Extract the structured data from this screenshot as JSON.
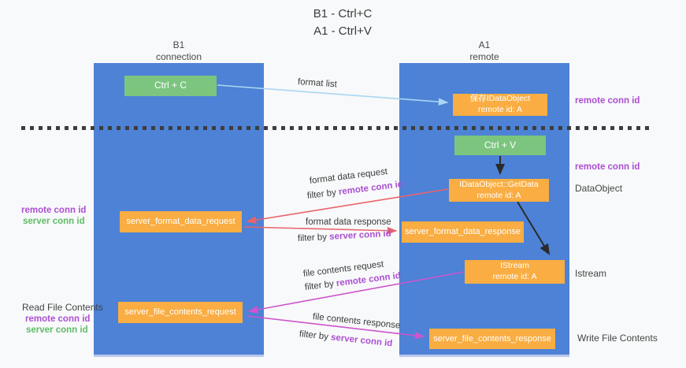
{
  "title": {
    "line1": "B1 - Ctrl+C",
    "line2": "A1 - Ctrl+V"
  },
  "lanes": {
    "left": {
      "name": "B1",
      "role": "connection"
    },
    "right": {
      "name": "A1",
      "role": "remote"
    }
  },
  "nodes": {
    "ctrl_c": {
      "label": "Ctrl + C"
    },
    "ctrl_v": {
      "label": "Ctrl + V"
    },
    "save_idataobject": {
      "line1": "保存IDataObject",
      "line2": "remote id: A"
    },
    "getdata": {
      "line1": "IDataObject::GetData",
      "line2": "remote id: A"
    },
    "istream": {
      "line1": "IStream",
      "line2": "remote id: A"
    },
    "server_format_data_request": {
      "label": "server_format_data_request"
    },
    "server_format_data_response": {
      "label": "server_format_data_response"
    },
    "server_file_contents_request": {
      "label": "server_file_contents_request"
    },
    "server_file_contents_response": {
      "label": "server_file_contents_response"
    }
  },
  "edges": {
    "format_list": {
      "label": "format list"
    },
    "format_data_request": {
      "label": "format data request",
      "filter_prefix": "filter by ",
      "filter_key": "remote conn id"
    },
    "format_data_response": {
      "label": "format data response",
      "filter_prefix": "filter by ",
      "filter_key": "server conn id"
    },
    "file_contents_request": {
      "label": "file contents request",
      "filter_prefix": "filter by ",
      "filter_key": "remote conn id"
    },
    "file_contents_response": {
      "label": "file contents response",
      "filter_prefix": "filter by ",
      "filter_key": "server conn id"
    }
  },
  "annotations": {
    "remote_conn_id_top_right": "remote conn id",
    "remote_conn_id_mid_right": "remote conn id",
    "dataobject": "DataObject",
    "istream": "Istream",
    "write_file_contents": "Write File Contents",
    "read_file_contents": "Read File Contents",
    "left_remote_conn_id_1": "remote conn id",
    "left_server_conn_id_1": "server conn id",
    "left_remote_conn_id_2": "remote conn id",
    "left_server_conn_id_2": "server conn id"
  },
  "colors": {
    "lane_blue": "#4d82d6",
    "node_green": "#7cc57f",
    "node_orange": "#f9ad42",
    "arrow_red": "#e8646a",
    "arrow_magenta": "#cd55cd",
    "arrow_lightblue": "#a9d7f2",
    "arrow_black": "#2b2b2b",
    "text_purple": "#ab4fd2",
    "text_green": "#5fbc66"
  }
}
